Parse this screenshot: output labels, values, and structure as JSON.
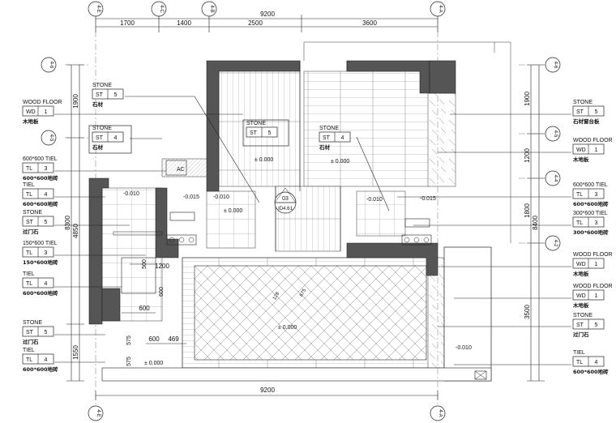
{
  "dims": {
    "top_total": "9200",
    "top_segments": [
      "1700",
      "1400",
      "2500",
      "3600"
    ],
    "bottom_total": "9200",
    "left_outer": "8300",
    "left_inner": [
      "1900",
      "4850",
      "1550"
    ],
    "right_outer": "8400",
    "right_inner": [
      "1900",
      "1200",
      "1800",
      "3500"
    ],
    "interior": [
      "1200",
      "500",
      "600",
      "600",
      "600",
      "469",
      "575",
      "575",
      "128",
      "675"
    ]
  },
  "axes": {
    "top": [
      "4-E",
      "4-C",
      "4-B",
      "4-A"
    ],
    "left": [
      "4-6",
      "4-5"
    ],
    "right": [
      "4-6",
      "4-5",
      "4-4",
      "4-2"
    ],
    "bottom": [
      "4-E",
      "4-A"
    ]
  },
  "left_tags": [
    {
      "title": "WOOD FLOOR",
      "code": "WD",
      "num": "1",
      "desc": "木地板"
    },
    {
      "title": "600*600 TIEL",
      "code": "TL",
      "num": "3",
      "desc": "600*600地砖"
    },
    {
      "title": "TIEL",
      "code": "TL",
      "num": "4",
      "desc": "600*600地砖"
    },
    {
      "title": "STONE",
      "code": "ST",
      "num": "5",
      "desc": "过门石"
    },
    {
      "title": "150*600 TIEL",
      "code": "TL",
      "num": "3",
      "desc": "150*600地砖"
    },
    {
      "title": "TIEL",
      "code": "TL",
      "num": "4",
      "desc": "600*600地砖"
    },
    {
      "title": "STONE",
      "code": "ST",
      "num": "5",
      "desc": "过门石"
    },
    {
      "title": "TIEL",
      "code": "TL",
      "num": "4",
      "desc": "600*600地砖"
    }
  ],
  "right_tags": [
    {
      "title": "STONE",
      "code": "ST",
      "num": "5",
      "desc": "石材窗台板"
    },
    {
      "title": "WOOD FLOOR",
      "code": "WD",
      "num": "1",
      "desc": "木地板"
    },
    {
      "title": "600*600 TIEL",
      "code": "TL",
      "num": "3",
      "desc": "600*600地砖"
    },
    {
      "title": "300*600 TIEL",
      "code": "TL",
      "num": "3",
      "desc": "300*600地砖"
    },
    {
      "title": "WOOD FLOOR",
      "code": "WD",
      "num": "1",
      "desc": "木地板"
    },
    {
      "title": "WOOD FLOOR",
      "code": "WD",
      "num": "1",
      "desc": "木地板"
    },
    {
      "title": "STONE",
      "code": "ST",
      "num": "5",
      "desc": "过门石"
    },
    {
      "title": "TIEL",
      "code": "TL",
      "num": "4",
      "desc": "600*600地砖"
    }
  ],
  "interior_tags": [
    {
      "title": "STONE",
      "code": "ST",
      "num": "5",
      "desc": "石材"
    },
    {
      "title": "STONE",
      "code": "ST",
      "num": "4",
      "desc": "石材"
    },
    {
      "title": "STONE",
      "code": "ST",
      "num": "5",
      "desc": ""
    },
    {
      "title": "STONE",
      "code": "ST",
      "num": "4",
      "desc": "石材"
    }
  ],
  "levels": {
    "zero_a": "± 0.000",
    "zero_b": "± 0.000",
    "zero_c": "± 0.000",
    "zero_d": "± 0.000",
    "zero_e": "± 0.000",
    "m010_a": "-0.010",
    "m010_b": "-0.010",
    "m010_c": "-0.010",
    "m010_d": "-0.010",
    "m015_a": "-0.015",
    "m015_b": "-0.015"
  },
  "ac_label": "AC",
  "section_marker": {
    "top": "03",
    "bottom": "ID4.61"
  }
}
